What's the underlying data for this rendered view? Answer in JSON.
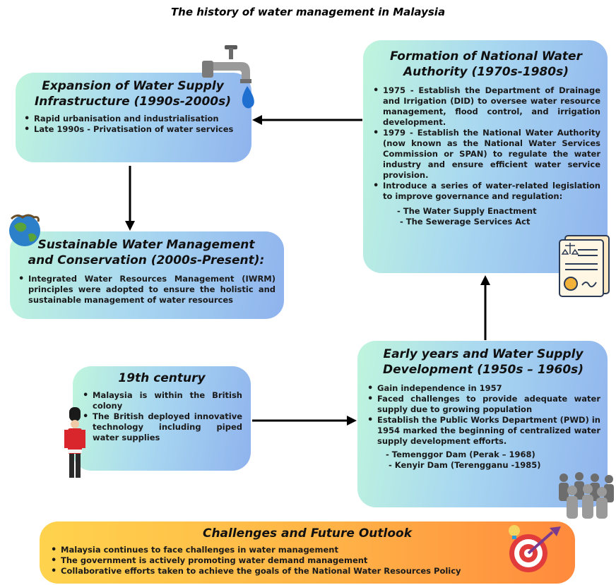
{
  "title": "The history of water management in Malaysia",
  "cards": {
    "formation": {
      "heading_line1": "Formation of National Water",
      "heading_line2": "Authority (1970s-1980s)",
      "bullets": [
        "1975 - Establish the Department of Drainage and Irrigation (DID) to oversee water resource management, flood control, and irrigation development.",
        "1979 - Establish the National Water Authority (now known as the National Water Services Commission or SPAN) to regulate the water industry and ensure efficient water service provision.",
        "Introduce a series of water-related legislation to improve governance and regulation:"
      ],
      "sub_items": [
        "- The Water Supply Enactment",
        "- The Sewerage Services Act"
      ]
    },
    "expansion": {
      "heading_line1": "Expansion of Water Supply",
      "heading_line2": "Infrastructure (1990s-2000s)",
      "bullets": [
        "Rapid urbanisation and industrialisation",
        "Late 1990s - Privatisation of water services"
      ]
    },
    "sustainable": {
      "heading_line1": "Sustainable Water Management",
      "heading_line2": "and Conservation (2000s-Present):",
      "bullets": [
        "Integrated Water Resources Management (IWRM) principles were adopted to ensure the holistic and sustainable management of water resources"
      ]
    },
    "century19": {
      "heading": "19th century",
      "bullets": [
        "Malaysia is within the British colony",
        "The British deployed innovative technology including piped water supplies"
      ]
    },
    "early": {
      "heading_line1": "Early years and Water Supply",
      "heading_line2": "Development (1950s – 1960s)",
      "bullets": [
        "Gain independence in 1957",
        "Faced challenges to provide adequate water supply due to growing population",
        "Establish the Public Works Department (PWD) in 1954 marked the beginning of centralized water supply development efforts."
      ],
      "sub_items": [
        "- Temenggor Dam (Perak – 1968)",
        "- Kenyir Dam (Terengganu -1985)"
      ]
    },
    "challenges": {
      "heading": "Challenges and Future Outlook",
      "bullets": [
        "Malaysia continues to face challenges in water management",
        "The government is actively promoting water demand management",
        "Collaborative efforts taken to achieve the goals of the National Water Resources Policy"
      ]
    }
  },
  "icons": [
    "water-tap-icon",
    "globe-icon",
    "legal-document-icon",
    "royal-guard-icon",
    "crowd-icon",
    "target-icon"
  ]
}
